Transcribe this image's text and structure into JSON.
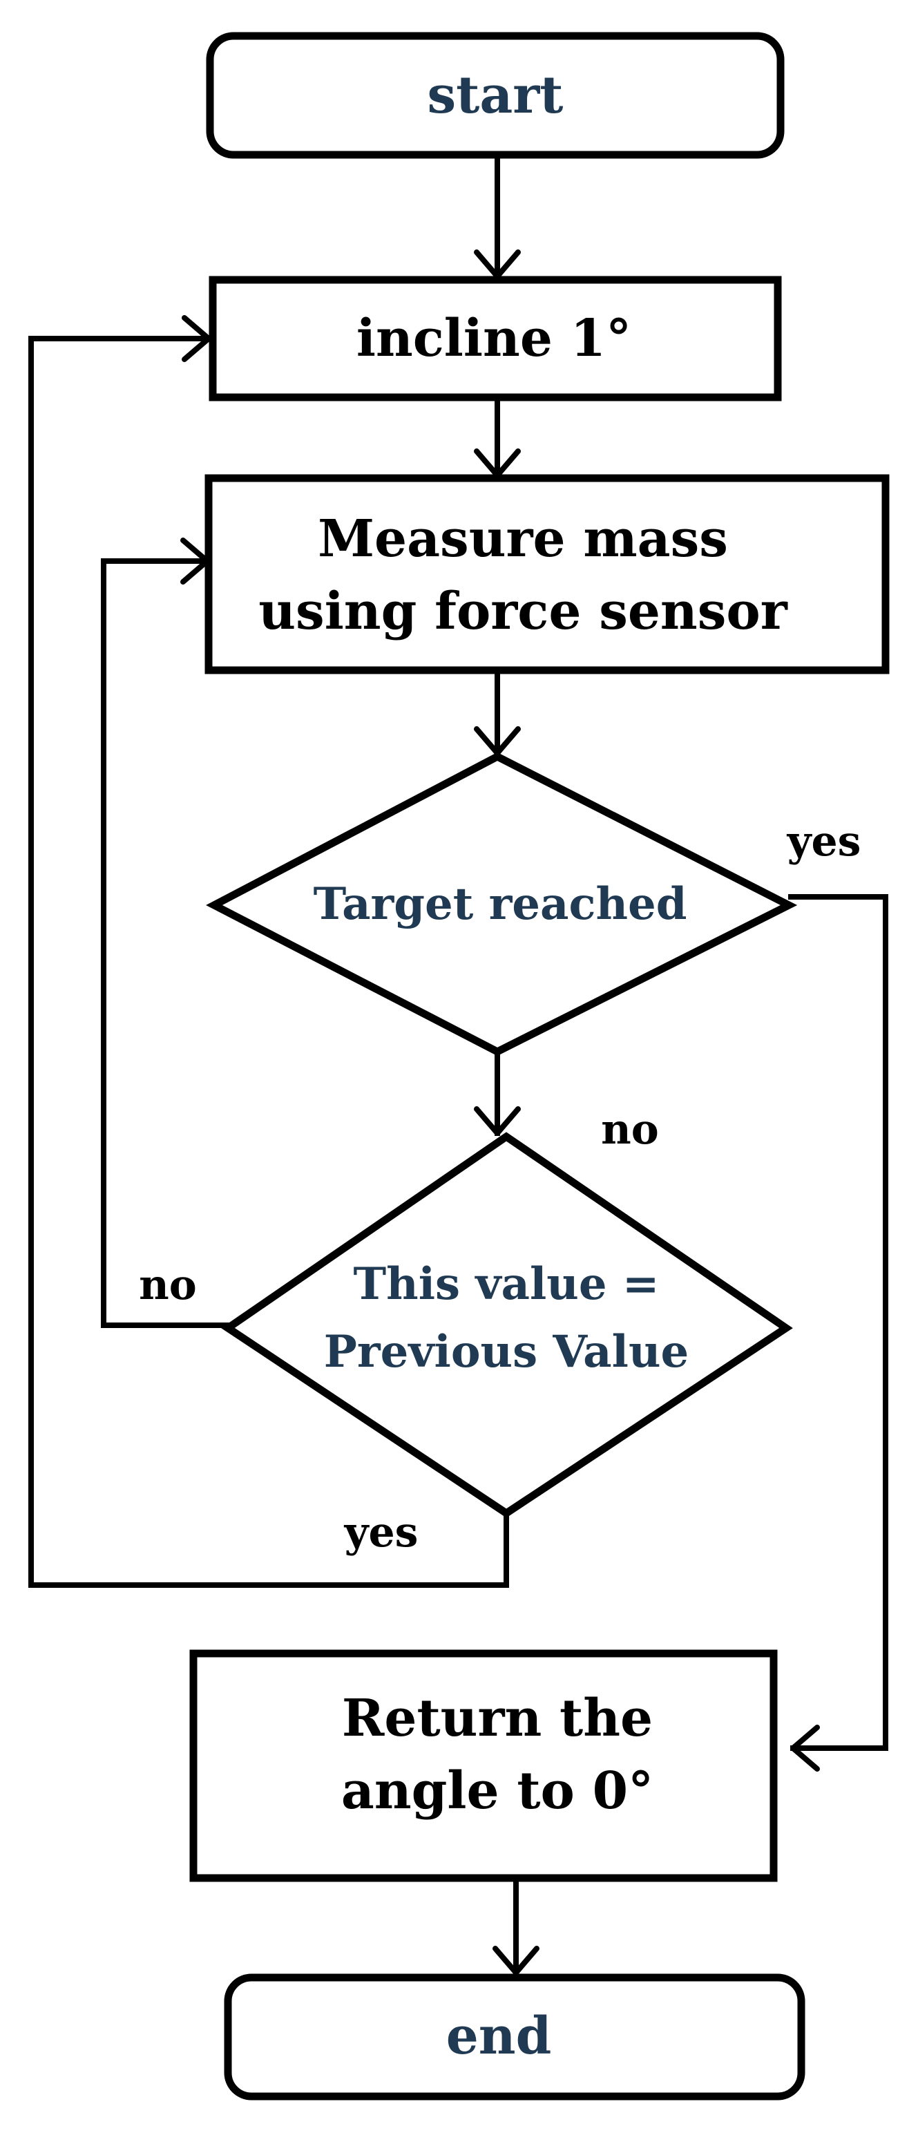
{
  "colors": {
    "stroke": "#000000",
    "fill": "#ffffff",
    "text_primary": "#000000",
    "text_accent": "#1f3a52"
  },
  "nodes": {
    "start": {
      "label": "start"
    },
    "incline": {
      "label": "incline 1°"
    },
    "measure": {
      "line1": "Measure mass",
      "line2": "using force sensor"
    },
    "target": {
      "label": "Target reached"
    },
    "compare": {
      "line1": "This value =",
      "line2": "Previous Value"
    },
    "return": {
      "line1": "Return the",
      "line2": "angle to 0°"
    },
    "end": {
      "label": "end"
    }
  },
  "edge_labels": {
    "target_yes": "yes",
    "target_no": "no",
    "compare_no": "no",
    "compare_yes": "yes"
  }
}
